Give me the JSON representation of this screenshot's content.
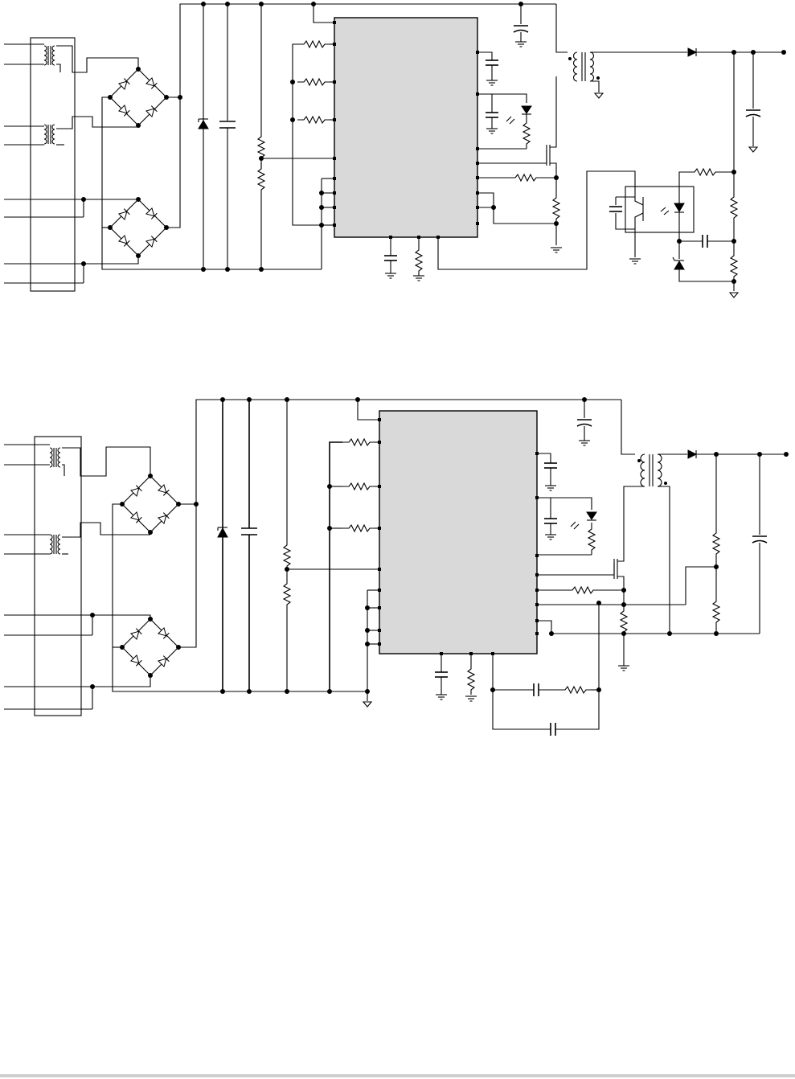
{
  "diagram": {
    "kind": "power-supply-schematics",
    "schematics": [
      {
        "id": "schematic-top",
        "labels": [],
        "components": [
          "input-transformer-block",
          "bridge-rectifier-1",
          "bridge-rectifier-2",
          "tvs-diode",
          "bulk-capacitor",
          "voltage-divider",
          "controller-ic",
          "flyback-transformer",
          "output-diode",
          "output-capacitor",
          "optocoupler",
          "shunt-regulator",
          "mosfet",
          "led-indicator"
        ]
      },
      {
        "id": "schematic-bottom",
        "labels": [],
        "components": [
          "input-transformer-block",
          "bridge-rectifier-1",
          "bridge-rectifier-2",
          "tvs-diode",
          "bulk-capacitor",
          "voltage-divider",
          "controller-ic",
          "flyback-transformer",
          "output-diode",
          "output-capacitor",
          "feedback-divider",
          "compensation-network",
          "mosfet",
          "led-indicator"
        ]
      }
    ],
    "colors": {
      "line": "#000000",
      "ic_fill": "#d9d9d9",
      "background": "#ffffff",
      "rule": "#cfcfcf"
    }
  }
}
